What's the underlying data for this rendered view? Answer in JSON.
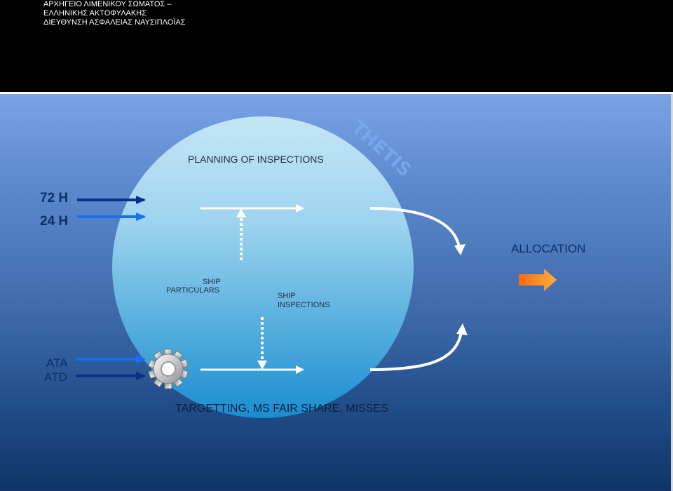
{
  "header": {
    "lines": [
      "ΑΡΧΗΓΕΙΟ  ΛΙΜΕΝΙΚΟΥ ΣΩΜΑΤΟΣ –",
      "ΕΛΛΗΝΙΚΗΣ ΑΚΤΟΦΥΛΑΚΗΣ",
      "ΔΙΕΥΘΥΝΣΗ  ΑΣΦΑΛΕΙΑΣ  ΝΑΥΣΙΠΛΟΪΑΣ"
    ]
  },
  "diagram": {
    "watermark": "THETIS",
    "planning_label": "PLANNING OF INSPECTIONS",
    "input_72": "72 H",
    "input_24": "24 H",
    "allocation_label": "ALLOCATION",
    "ship_particulars": [
      "SHIP",
      "PARTICULARS"
    ],
    "ship_inspections": [
      "SHIP",
      "INSPECTIONS"
    ],
    "input_ata": "ATA",
    "input_atd": "ATD",
    "targeting_label": "TARGETTING, MS FAIR SHARE, MISSES",
    "icons": [
      "gear-icon",
      "right-arrow-icon",
      "curved-arrow-icon",
      "orange-block-arrow-icon"
    ],
    "colors": {
      "circle_top": "#bfe3f4",
      "circle_bottom": "#1a8fd0",
      "arrow_dark": "#0b2f8a",
      "arrow_bright": "#1a6ff0",
      "orange_arrow": "#ff8a1e",
      "watermark": "#6f9ee6"
    }
  }
}
